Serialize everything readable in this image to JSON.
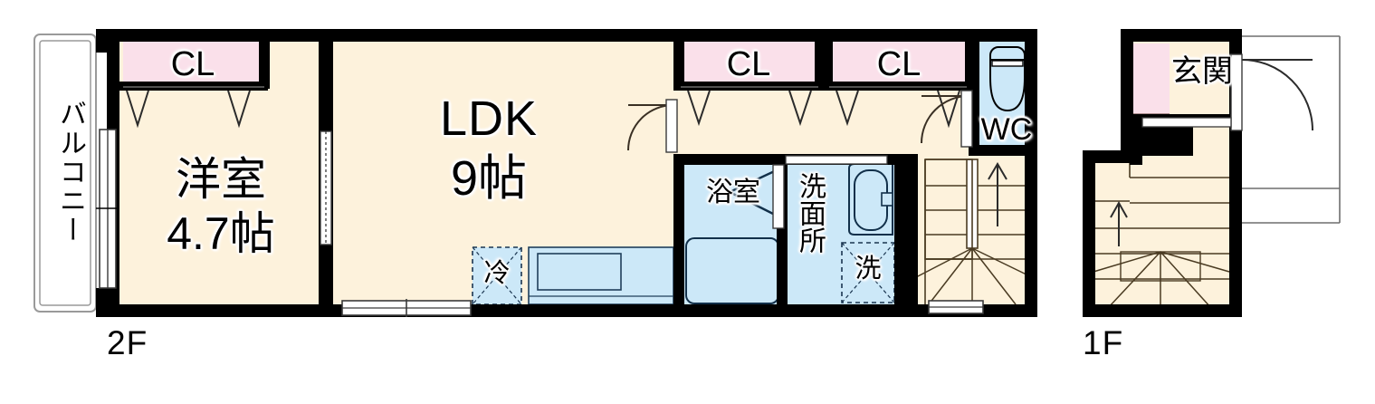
{
  "document": {
    "type": "japanese-apartment-floor-plan",
    "floors": [
      "2F",
      "1F"
    ]
  },
  "colors": {
    "wall": "#000000",
    "floor_cream": "#fdf2dc",
    "closet_pink": "#fae0ea",
    "fixture_blue": "#cce8f8",
    "balcony_white": "#ffffff",
    "line": "#000000",
    "stair_line": "#4a3b22"
  },
  "floor_2f": {
    "tag": "2F",
    "balcony": {
      "label": "バルコニー"
    },
    "rooms": [
      {
        "name": "western-room",
        "label": "洋室",
        "size": "4.7帖"
      },
      {
        "name": "ldk",
        "label": "LDK",
        "size": "9帖"
      }
    ],
    "closets": [
      {
        "label": "CL"
      },
      {
        "label": "CL"
      },
      {
        "label": "CL"
      }
    ],
    "fixtures": [
      {
        "name": "bathroom",
        "label": "浴室"
      },
      {
        "name": "washroom",
        "label": "洗面所"
      },
      {
        "name": "washing-machine",
        "label": "洗"
      },
      {
        "name": "refrigerator",
        "label": "冷"
      },
      {
        "name": "toilet",
        "label": "WC"
      }
    ],
    "stairs": {
      "direction": "up"
    }
  },
  "floor_1f": {
    "tag": "1F",
    "rooms": [
      {
        "name": "entrance",
        "label": "玄関"
      }
    ],
    "closets": [
      {
        "label": ""
      }
    ],
    "stairs": {
      "direction": "up"
    }
  }
}
